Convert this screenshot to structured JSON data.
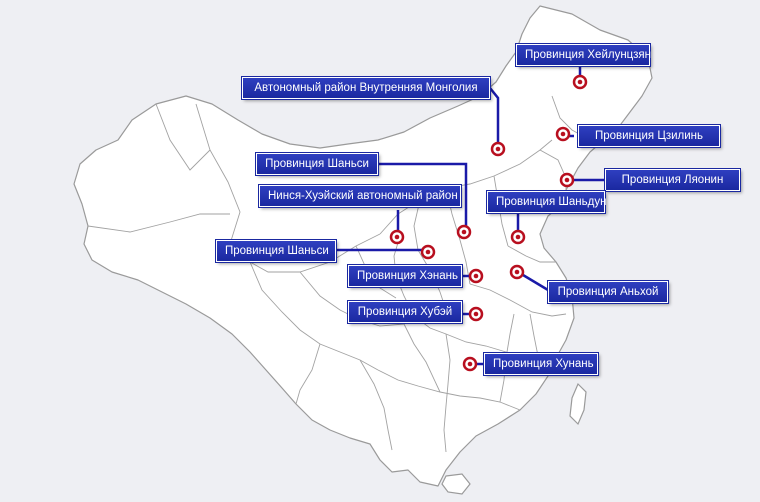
{
  "colors": {
    "background": "#eeeff3",
    "land": "#ffffff",
    "border": "#9a9a9a",
    "label_bg": "#1f2db0",
    "leader_line": "#1a1aa8",
    "marker": "#b80f1f"
  },
  "labels": [
    {
      "id": "heilongjiang",
      "text": "Провинция Хейлунцзян"
    },
    {
      "id": "inner-mongolia",
      "text": "Автономный район Внутренняя Монголия"
    },
    {
      "id": "jilin",
      "text": "Провинция Цзилинь"
    },
    {
      "id": "shanxi",
      "text": "Провинция Шаньси"
    },
    {
      "id": "liaoning",
      "text": "Провинция Ляонин"
    },
    {
      "id": "ningxia",
      "text": "Нинся-Хуэйский автономный район"
    },
    {
      "id": "shandong",
      "text": "Провинция Шаньдун"
    },
    {
      "id": "shaanxi",
      "text": "Провинция Шаньси"
    },
    {
      "id": "henan",
      "text": "Провинция Хэнань"
    },
    {
      "id": "anhui",
      "text": "Провинция Аньхой"
    },
    {
      "id": "hubei",
      "text": "Провинция Хубэй"
    },
    {
      "id": "hunan",
      "text": "Провинция Хунань"
    }
  ]
}
